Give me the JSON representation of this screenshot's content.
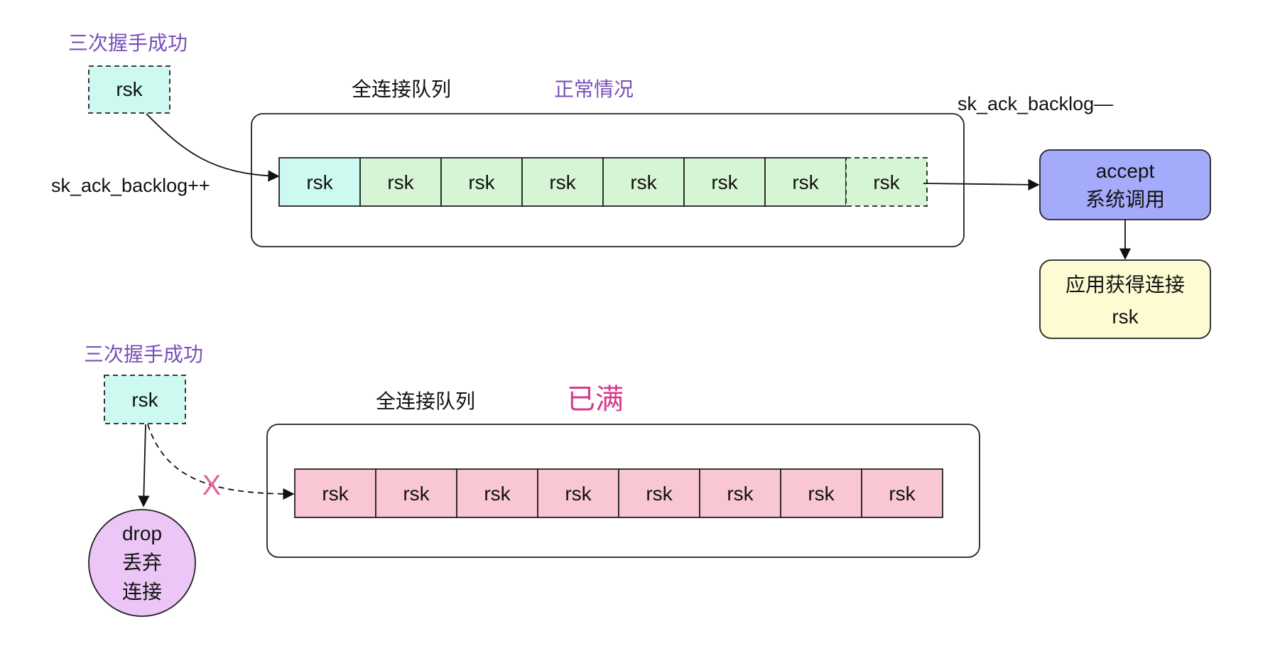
{
  "colors": {
    "rsk_mint": "#cdfaf0",
    "rsk_green": "#d6f5d4",
    "rsk_pink": "#f9c7d3",
    "accept_fill": "#a4abfb",
    "app_fill": "#fdfbd2",
    "drop_fill": "#ecc6f7",
    "purple_text": "#7a4fb8",
    "magenta_text": "#d63a8a",
    "x_mark": "#e0659a"
  },
  "top": {
    "handshake_label": "三次握手成功",
    "incoming_rsk": "rsk",
    "queue_label": "全连接队列",
    "status_label": "正常情况",
    "enqueue_label": "sk_ack_backlog++",
    "dequeue_label": "sk_ack_backlog—",
    "slots": [
      "rsk",
      "rsk",
      "rsk",
      "rsk",
      "rsk",
      "rsk",
      "rsk",
      "rsk"
    ],
    "accept_line1": "accept",
    "accept_line2": "系统调用",
    "app_line1": "应用获得连接",
    "app_line2": "rsk"
  },
  "bottom": {
    "handshake_label": "三次握手成功",
    "incoming_rsk": "rsk",
    "queue_label": "全连接队列",
    "status_label": "已满",
    "slots": [
      "rsk",
      "rsk",
      "rsk",
      "rsk",
      "rsk",
      "rsk",
      "rsk",
      "rsk"
    ],
    "reject_mark": "X",
    "drop_line1": "drop",
    "drop_line2": "丢弃",
    "drop_line3": "连接"
  }
}
